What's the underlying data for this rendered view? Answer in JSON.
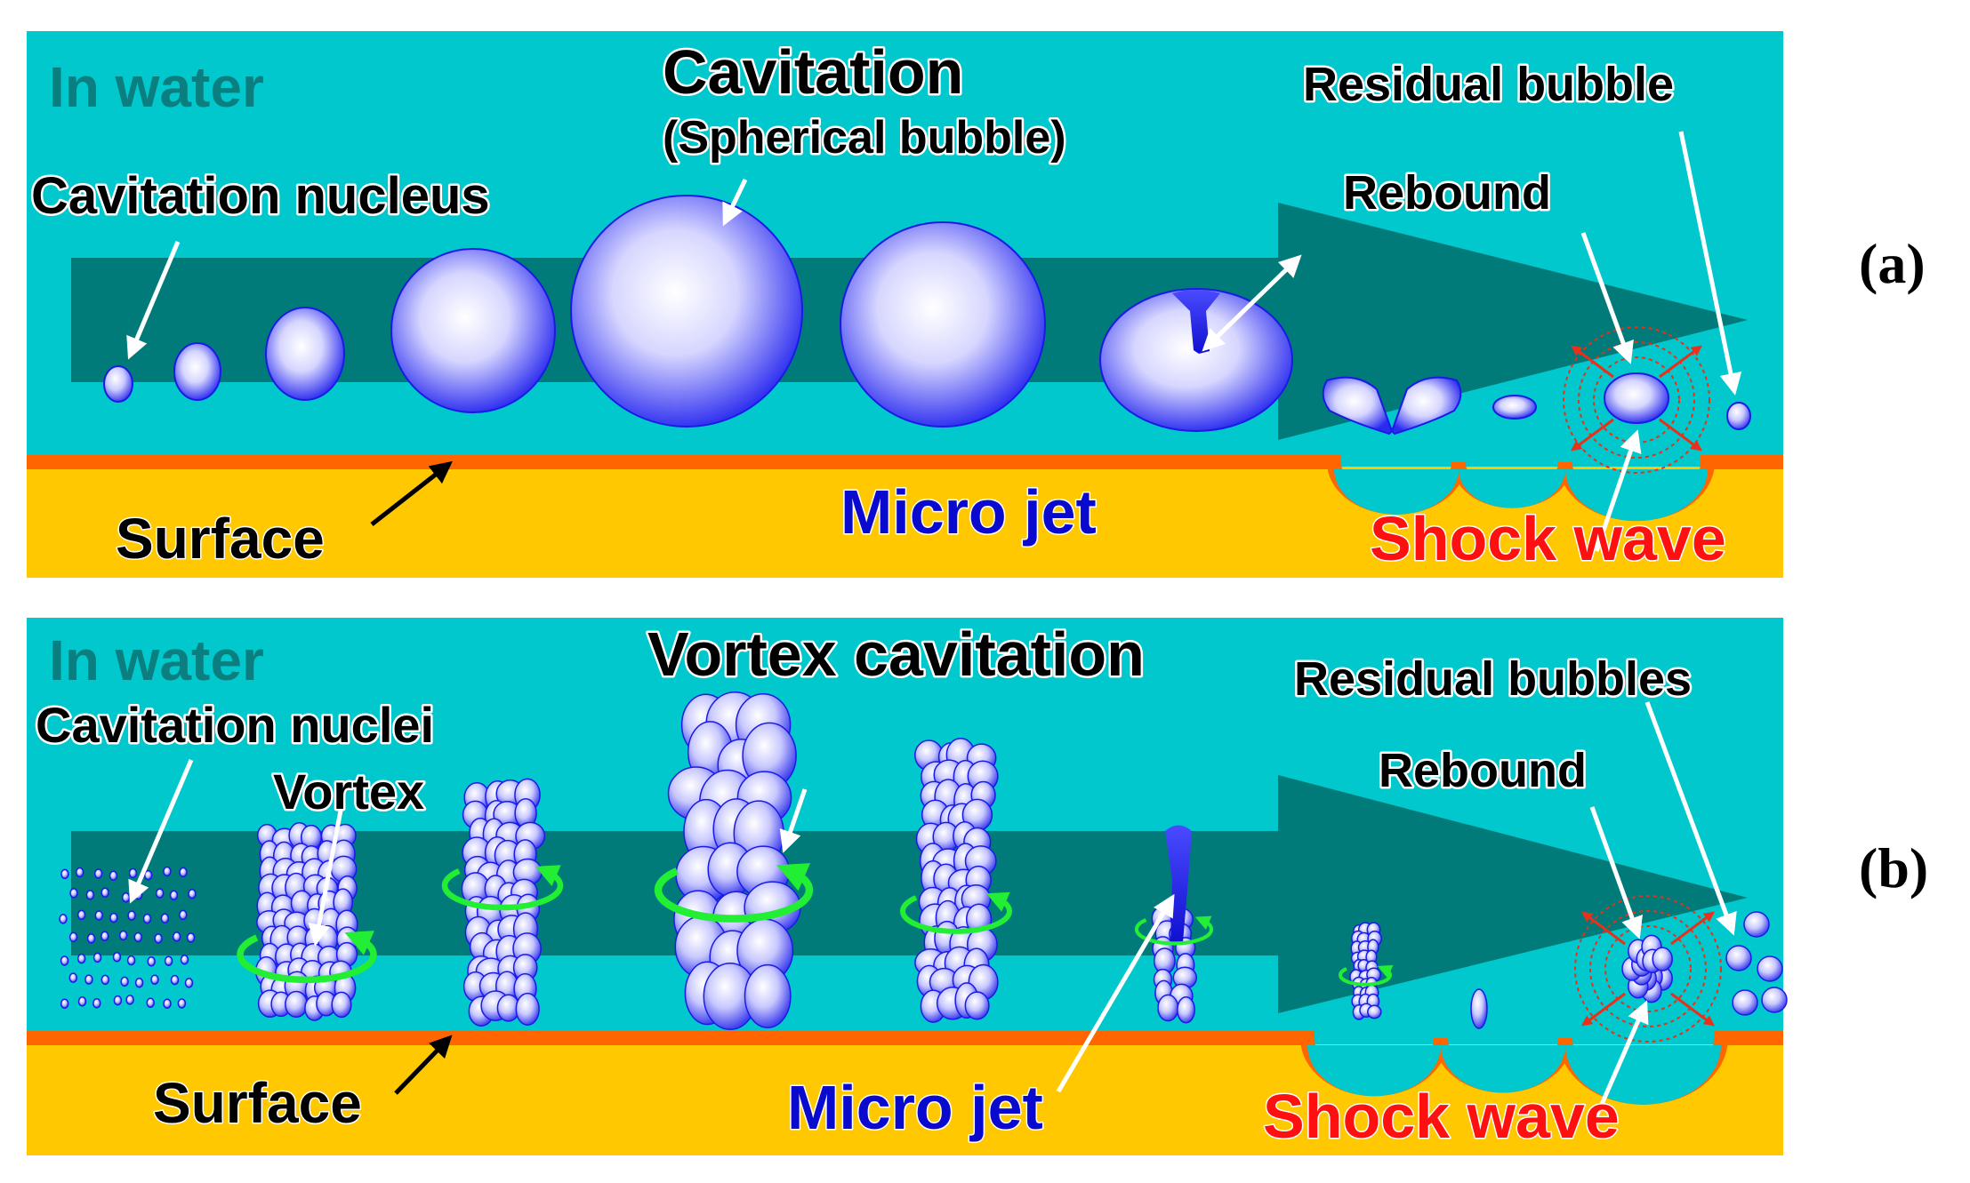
{
  "colors": {
    "water": "#00C8CC",
    "arrow": "#007B7A",
    "surface_line": "#FF6600",
    "substrate": "#FFC800",
    "bubble_edge": "#1A1AE6",
    "micro_jet_text": "#0A0ACF",
    "shock_text": "#FF1010",
    "shock_arrow": "#E8301A",
    "vortex_swirl": "#22EE33",
    "in_water_text": "#0B7F80"
  },
  "icons": {
    "pointer": "white-arrow-icon",
    "surface_pointer": "black-arrow-icon",
    "shock": "red-double-arrow-icon",
    "swirl": "green-curved-arrow-icon"
  },
  "panel_a": {
    "id": "(a)",
    "in_water": "In water",
    "cavitation_nucleus": "Cavitation nucleus",
    "cavitation_title": "Cavitation",
    "cavitation_sub": "(Spherical bubble)",
    "rebound": "Rebound",
    "residual": "Residual bubble",
    "surface": "Surface",
    "micro_jet": "Micro jet",
    "shock_wave": "Shock wave"
  },
  "panel_b": {
    "id": "(b)",
    "in_water": "In water",
    "cavitation_nuclei": "Cavitation nuclei",
    "vortex": "Vortex",
    "vortex_cavitation": "Vortex cavitation",
    "rebound": "Rebound",
    "residual": "Residual bubbles",
    "surface": "Surface",
    "micro_jet": "Micro jet",
    "shock_wave": "Shock wave"
  }
}
